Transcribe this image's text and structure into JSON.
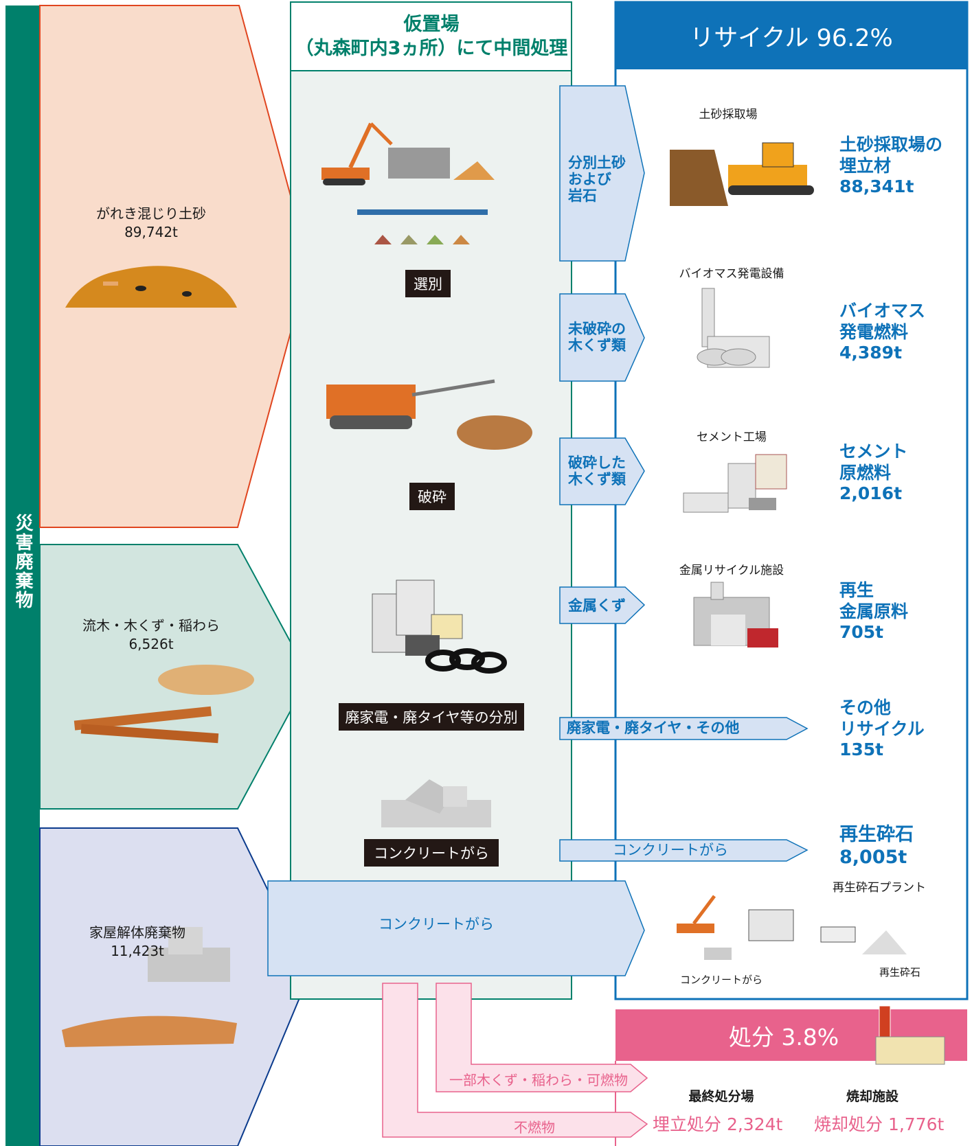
{
  "side_label": "災害廃棄物",
  "sources": [
    {
      "name": "がれき混じり土砂",
      "amount": "89,742t"
    },
    {
      "name": "流木・木くず・稲わら",
      "amount": "6,526t"
    },
    {
      "name": "家屋解体廃棄物",
      "amount": "11,423t"
    }
  ],
  "middle": {
    "title_line1": "仮置場",
    "title_line2": "（丸森町内3ヵ所）にて中間処理",
    "steps": [
      "選別",
      "破砕",
      "廃家電・廃タイヤ等の分別",
      "コンクリートがら"
    ]
  },
  "recycle": {
    "header": "リサイクル 96.2%",
    "flows": [
      {
        "label": "分別土砂\nおよび\n岩石",
        "facility": "土砂採取場",
        "result": "土砂採取場の\n埋立材\n88,341t"
      },
      {
        "label": "未破砕の\n木くず類",
        "facility": "バイオマス発電設備",
        "result": "バイオマス\n発電燃料\n4,389t"
      },
      {
        "label": "破砕した\n木くず類",
        "facility": "セメント工場",
        "result": "セメント\n原燃料\n2,016t"
      },
      {
        "label": "金属くず",
        "facility": "金属リサイクル施設",
        "result": "再生\n金属原料\n705t"
      },
      {
        "label": "廃家電・廃タイヤ・その他",
        "facility": "",
        "result": "その他\nリサイクル\n135t"
      },
      {
        "label": "コンクリートがら",
        "facility": "",
        "result": "再生砕石\n8,005t"
      }
    ],
    "plant": {
      "title": "再生砕石プラント",
      "input": "コンクリートがら",
      "output": "再生砕石"
    },
    "direct_flow": "コンクリートがら"
  },
  "disposal": {
    "header": "処分 3.8%",
    "flows": [
      "一部木くず・稲わら・可燃物",
      "不燃物"
    ],
    "facilities": [
      "最終処分場",
      "焼却施設"
    ],
    "results": [
      "埋立処分 2,324t",
      "焼却処分 1,776t"
    ]
  }
}
